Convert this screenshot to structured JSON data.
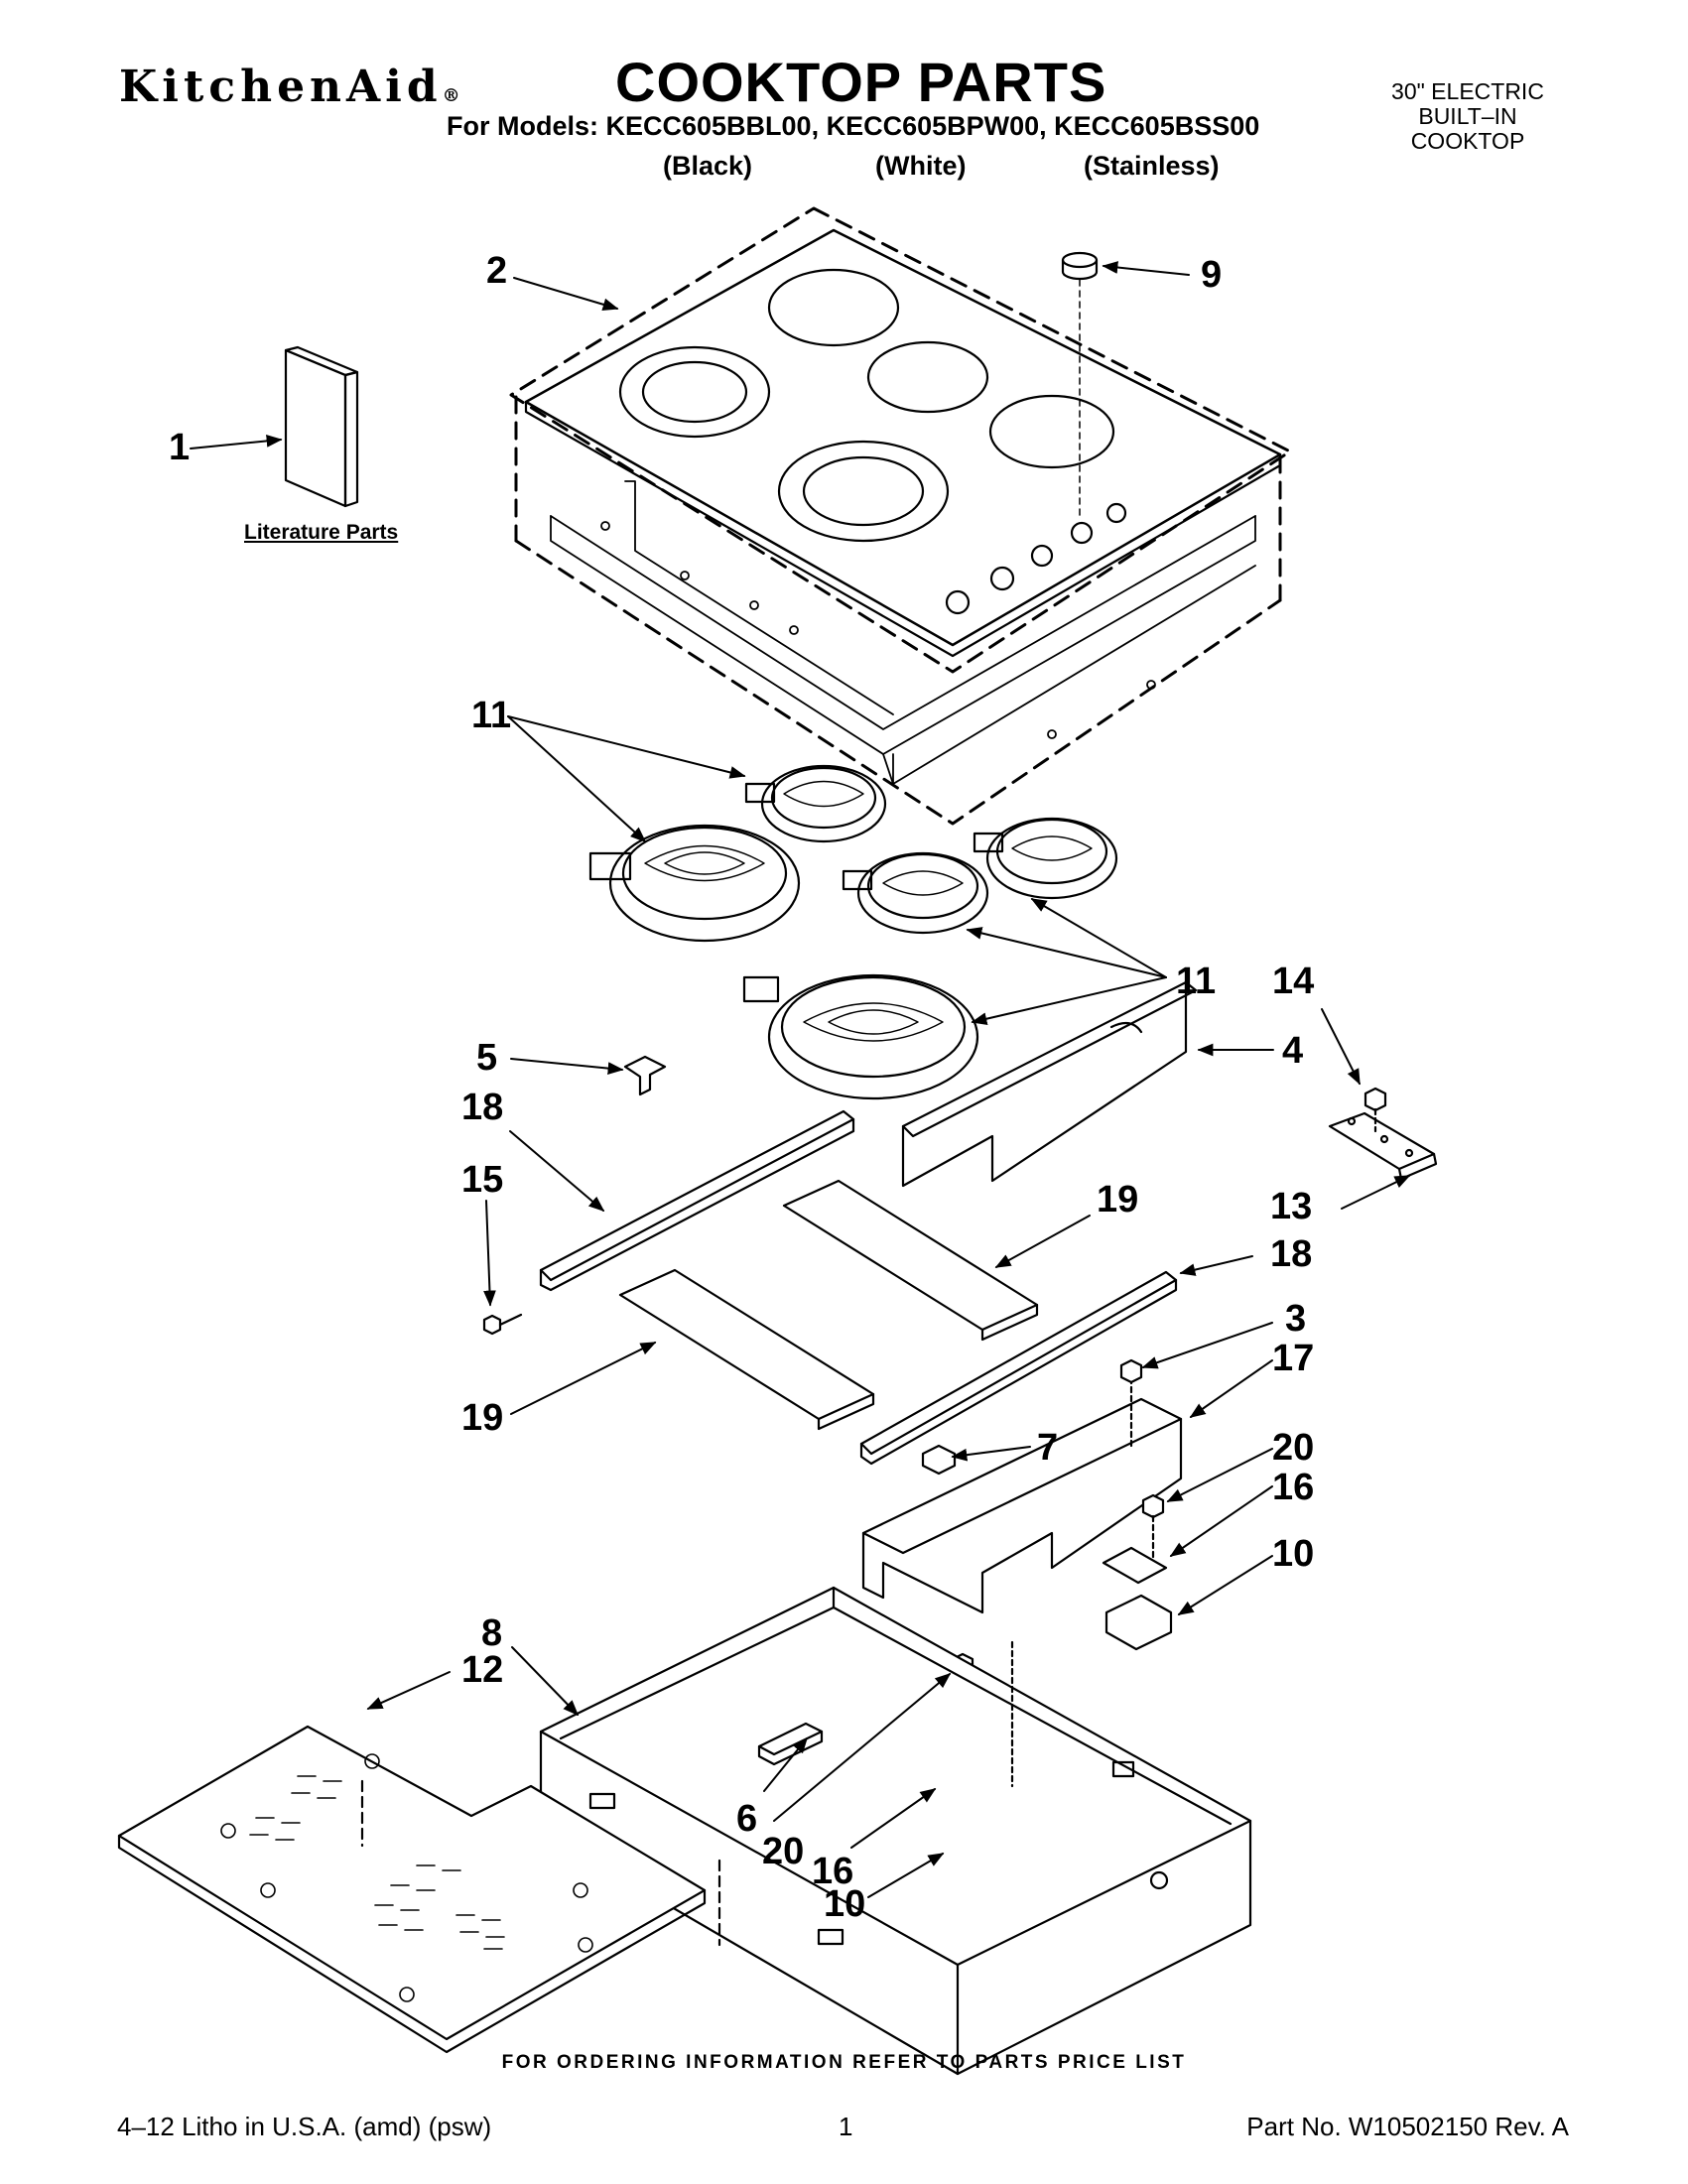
{
  "header": {
    "brand": "KitchenAid",
    "brand_mark": "®",
    "title": "COOKTOP PARTS",
    "models_line": "For Models: KECC605BBL00, KECC605BPW00, KECC605BSS00",
    "variants": [
      "(Black)",
      "(White)",
      "(Stainless)"
    ],
    "product_type": [
      "30\" ELECTRIC",
      "BUILT–IN",
      "COOKTOP"
    ]
  },
  "diagram": {
    "literature_label": "Literature Parts",
    "callouts": [
      "1",
      "2",
      "9",
      "11",
      "11",
      "14",
      "4",
      "5",
      "18",
      "15",
      "13",
      "19",
      "18",
      "19",
      "3",
      "17",
      "7",
      "20",
      "16",
      "10",
      "8",
      "12",
      "6",
      "20",
      "16",
      "10"
    ]
  },
  "footer": {
    "ordering_note": "FOR ORDERING INFORMATION REFER TO PARTS PRICE LIST",
    "left": "4–12 Litho in U.S.A. (amd) (psw)",
    "page": "1",
    "part_no": "Part No. W10502150 Rev. A"
  }
}
